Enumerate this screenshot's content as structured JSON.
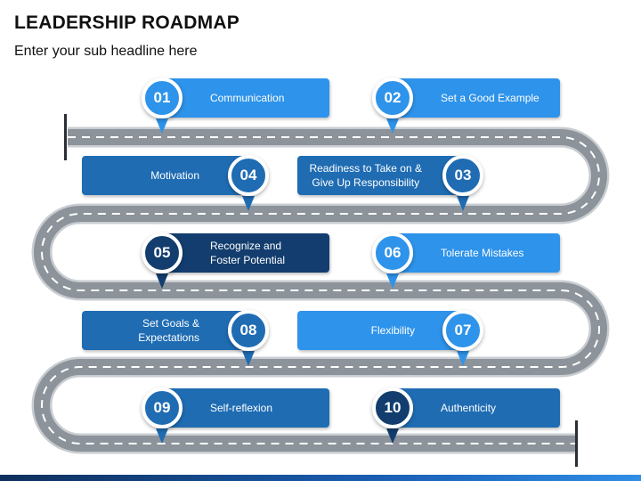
{
  "header": {
    "title": "LEADERSHIP ROADMAP",
    "subtitle": "Enter your sub headline here"
  },
  "colors": {
    "light_blue": "#2e93ea",
    "mid_blue": "#1f6cb3",
    "dark_navy": "#123d6e",
    "road": "#8f969d",
    "road_edge": "#c8ccd0"
  },
  "steps": [
    {
      "number": "01",
      "label": "Communication"
    },
    {
      "number": "02",
      "label": "Set a Good Example"
    },
    {
      "number": "03",
      "label_line1": "Readiness to Take on &",
      "label_line2": "Give Up Responsibility"
    },
    {
      "number": "04",
      "label": "Motivation"
    },
    {
      "number": "05",
      "label_line1": "Recognize and",
      "label_line2": "Foster Potential"
    },
    {
      "number": "06",
      "label": "Tolerate Mistakes"
    },
    {
      "number": "07",
      "label": "Flexibility"
    },
    {
      "number": "08",
      "label": "Set Goals & Expectations"
    },
    {
      "number": "09",
      "label": "Self-reflexion"
    },
    {
      "number": "10",
      "label": "Authenticity"
    }
  ]
}
